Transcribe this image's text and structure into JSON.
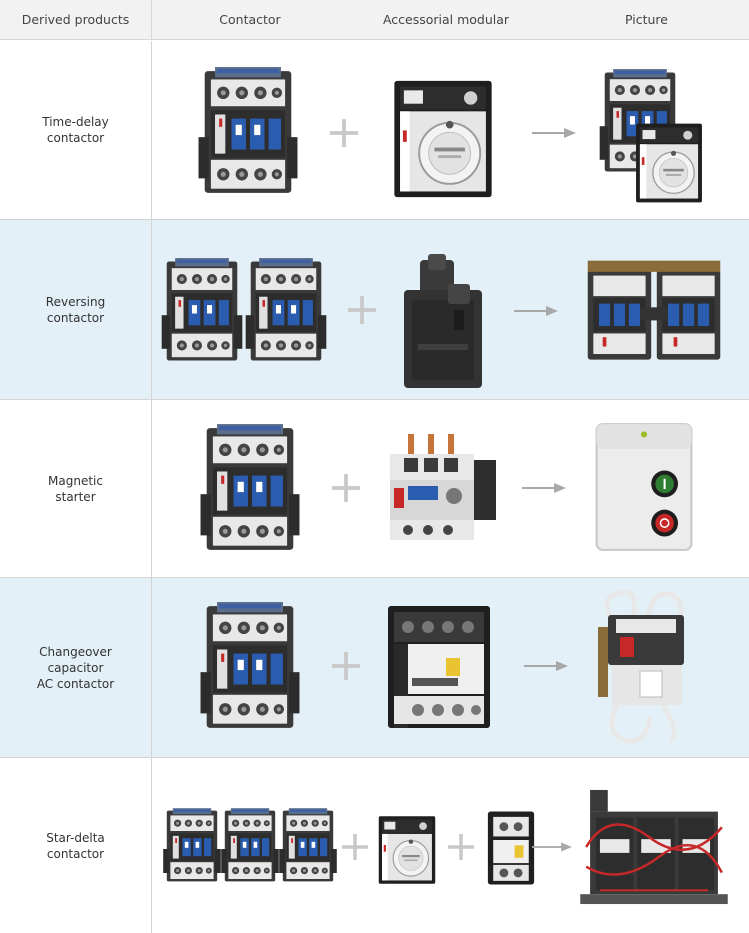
{
  "header": {
    "col_derived": "Derived products",
    "col_contactor": "Contactor",
    "col_accessorial": "Accessorial modular",
    "col_picture": "Picture"
  },
  "rows": [
    {
      "label": "Time-delay\ncontactor",
      "background": "white"
    },
    {
      "label": "Reversing\ncontactor",
      "background": "blue"
    },
    {
      "label": "Magnetic\nstarter",
      "background": "white"
    },
    {
      "label": "Changeover\ncapacitor\nAC contactor",
      "background": "blue"
    },
    {
      "label": "Star-delta\ncontactor",
      "background": "white"
    }
  ],
  "colors": {
    "row_blue": "#e4f0f7",
    "header_bg": "#f2f2f2",
    "symbol_gray": "#c8c8c8",
    "arrow_gray": "#a8a8a8",
    "body_dark": "#3a3a3a",
    "window_blue": "#2a5db0",
    "button_green": "#2e7d32",
    "button_red": "#c62828"
  }
}
